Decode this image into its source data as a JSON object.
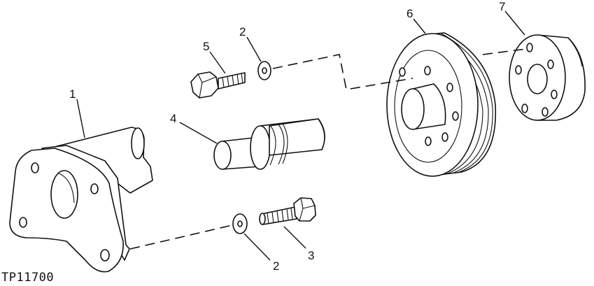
{
  "figure": {
    "code": "TP11700",
    "callouts": {
      "bracket": "1",
      "washer_upper": "2",
      "washer_lower": "2",
      "cap_screw_lower": "3",
      "shaft": "4",
      "cap_screw_upper": "5",
      "pulley": "6",
      "hub": "7"
    }
  }
}
